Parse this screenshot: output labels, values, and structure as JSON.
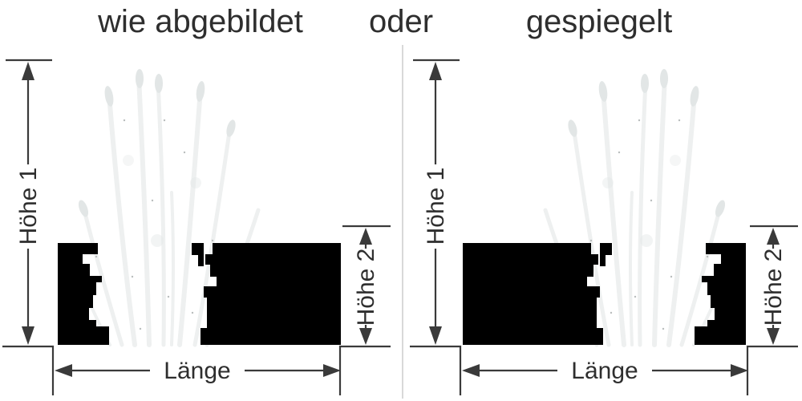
{
  "titles": {
    "as_shown": "wie abgebildet",
    "or": "oder",
    "mirrored": "gespiegelt"
  },
  "labels": {
    "height1": "Höhe 1",
    "height2": "Höhe 2",
    "length": "Länge"
  },
  "colors": {
    "ink": "#2e2e2e",
    "line": "#3a3a3a",
    "silhouette": "#000000",
    "divider": "#d9d9d9",
    "grass_stroke": "#eef0f0",
    "grass_blob": "#e2e6e6",
    "grass_speck": "#b9bdbd",
    "background": "#ffffff"
  }
}
